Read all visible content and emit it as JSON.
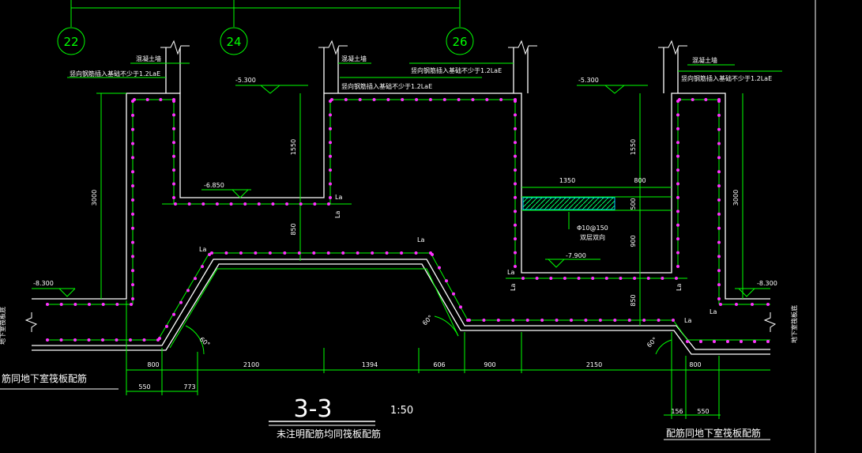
{
  "axes": {
    "a22": "22",
    "a24": "24",
    "a26": "26"
  },
  "notes": {
    "wall_up_left": "混凝土墙",
    "anchor_left": "竖向钢筋插入基础不少于1.2LaE",
    "wall_up_mid": "混凝土墙",
    "anchor_mid_top": "竖向钢筋插入基础不少于1.2LaE",
    "anchor_mid_low": "竖向钢筋插入基础不少于1.2LaE",
    "wall_up_right": "混凝土墙",
    "anchor_right": "竖向钢筋插入基础不少于1.2LaE",
    "raft_left": "筋同地下室筏板配筋",
    "raft_right": "配筋同地下室筏板配筋",
    "note_bottom": "未注明配筋均同筏板配筋",
    "basement_left": "地下室筏板底",
    "basement_right": "地下室筏板底",
    "bar_spec": "Φ10@150",
    "bar_note": "双层双向"
  },
  "levels": {
    "l1": "-5.300",
    "l2": "-5.300",
    "l3": "-6.850",
    "l4": "-7.900",
    "l5": "-8.300",
    "l6": "-8.300"
  },
  "dims": {
    "d3000a": "3000",
    "d1550a": "1550",
    "d850a": "850",
    "d1350": "1350",
    "d800t": "800",
    "d1550b": "1550",
    "d500": "500",
    "d900v": "900",
    "d850b": "850",
    "d3000b": "3000",
    "d800l": "800",
    "d2100": "2100",
    "d1394": "1394",
    "d606": "606",
    "d900h": "900",
    "d2150": "2150",
    "d800r": "800",
    "d550l": "550",
    "d773": "773",
    "d156": "156",
    "d550r": "550"
  },
  "marks": {
    "la": "La",
    "la_v": "La",
    "angle": "60°"
  },
  "section": {
    "title": "3-3",
    "scale": "1:50"
  }
}
